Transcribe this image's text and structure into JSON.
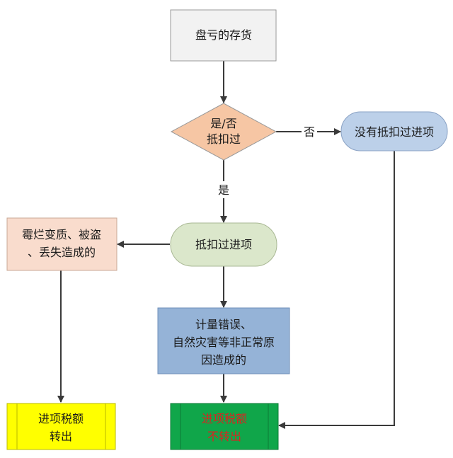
{
  "nodes": {
    "start": {
      "text": "盘亏的存货"
    },
    "decision": {
      "lines": [
        "是/否",
        "抵扣过"
      ]
    },
    "not_deducted": {
      "text": "没有抵扣过进项"
    },
    "deducted": {
      "text": "抵扣过进项"
    },
    "spoiled": {
      "lines": [
        "霉烂变质、被盗",
        "、丢失造成的"
      ]
    },
    "measurement": {
      "lines": [
        "计量错误、",
        "自然灾害等非正常原",
        "因造成的"
      ]
    },
    "transfer_out": {
      "lines": [
        "进项税额",
        "转出"
      ]
    },
    "no_transfer": {
      "lines": [
        "进项税额",
        "不转出"
      ]
    }
  },
  "edges": {
    "no_label": "否",
    "yes_label": "是"
  },
  "colors": {
    "start_fill": "#f2f2f2",
    "decision_fill": "#f6c6a4",
    "not_deducted_fill": "#bcd0e9",
    "deducted_fill": "#dbe7cb",
    "spoiled_fill": "#f9dccd",
    "measurement_fill": "#95b3d7",
    "transfer_out_fill": "#ffff00",
    "no_transfer_fill": "#10a64a",
    "no_transfer_text": "#e02020",
    "line": "#3a3a3a"
  }
}
